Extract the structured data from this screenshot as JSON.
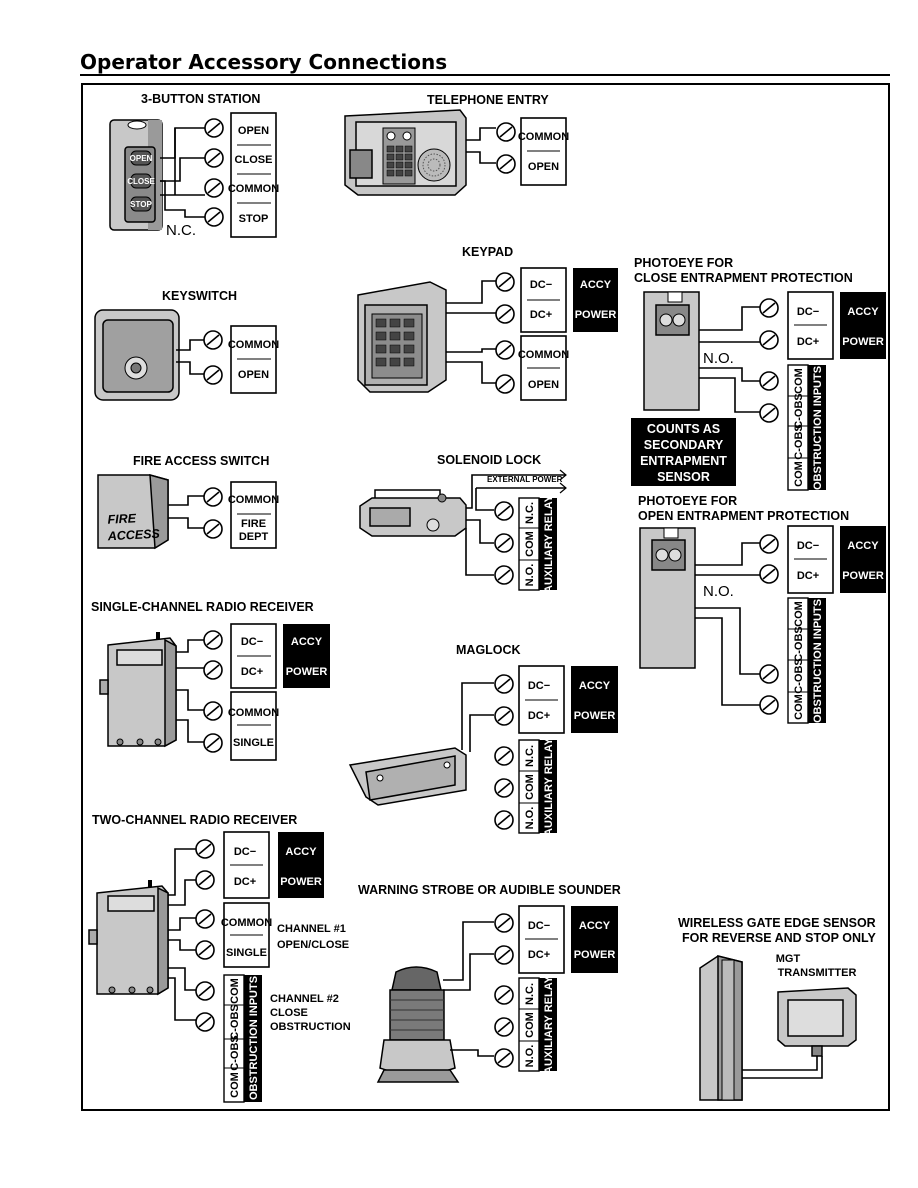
{
  "page": {
    "title": "Operator Accessory Connections"
  },
  "devices": {
    "three_button": {
      "title": "3-BUTTON STATION",
      "button_open": "OPEN",
      "button_close": "CLOSE",
      "button_stop": "STOP",
      "nc_label": "N.C.",
      "terminals": [
        "OPEN",
        "CLOSE",
        "COMMON",
        "STOP"
      ]
    },
    "telephone": {
      "title": "TELEPHONE ENTRY",
      "terminals": [
        "COMMON",
        "OPEN"
      ]
    },
    "keyswitch": {
      "title": "KEYSWITCH",
      "terminals": [
        "COMMON",
        "OPEN"
      ]
    },
    "keypad": {
      "title": "KEYPAD",
      "power_terminals": [
        "DC−",
        "DC+"
      ],
      "power_label_1": "ACCY",
      "power_label_2": "POWER",
      "terminals": [
        "COMMON",
        "OPEN"
      ]
    },
    "fire_access": {
      "title": "FIRE ACCESS SWITCH",
      "face_line1": "FIRE",
      "face_line2": "ACCESS",
      "terminal_1": "COMMON",
      "terminal_2_line1": "FIRE",
      "terminal_2_line2": "DEPT"
    },
    "solenoid_lock": {
      "title": "SOLENOID LOCK",
      "external_power": "EXTERNAL POWER",
      "relay_terminals": [
        "N.C.",
        "COM",
        "N.O."
      ],
      "relay_label": "AUXILIARY RELAY"
    },
    "single_channel": {
      "title": "SINGLE-CHANNEL RADIO RECEIVER",
      "power_terminals": [
        "DC−",
        "DC+"
      ],
      "power_label_1": "ACCY",
      "power_label_2": "POWER",
      "terminals": [
        "COMMON",
        "SINGLE"
      ]
    },
    "maglock": {
      "title": "MAGLOCK",
      "power_terminals": [
        "DC−",
        "DC+"
      ],
      "power_label_1": "ACCY",
      "power_label_2": "POWER",
      "relay_terminals": [
        "N.C.",
        "COM",
        "N.O."
      ],
      "relay_label": "AUXILIARY RELAY"
    },
    "two_channel": {
      "title": "TWO-CHANNEL RADIO RECEIVER",
      "power_terminals": [
        "DC−",
        "DC+"
      ],
      "power_label_1": "ACCY",
      "power_label_2": "POWER",
      "terminals": [
        "COMMON",
        "SINGLE"
      ],
      "channel1_line1": "CHANNEL #1",
      "channel1_line2": "OPEN/CLOSE",
      "obs_terminals": [
        "COM",
        "C-OBS"
      ],
      "obs_label": "OBSTRUCTION INPUTS",
      "channel2_line1": "CHANNEL #2",
      "channel2_line2": "CLOSE",
      "channel2_line3": "OBSTRUCTION"
    },
    "strobe": {
      "title": "WARNING STROBE OR AUDIBLE SOUNDER",
      "power_terminals": [
        "DC−",
        "DC+"
      ],
      "power_label_1": "ACCY",
      "power_label_2": "POWER",
      "relay_terminals": [
        "N.C.",
        "COM",
        "N.O."
      ],
      "relay_label": "AUXILIARY RELAY"
    },
    "photoeye_close": {
      "title_line1": "PHOTOEYE FOR",
      "title_line2": "CLOSE ENTRAPMENT PROTECTION",
      "power_terminals": [
        "DC−",
        "DC+"
      ],
      "power_label_1": "ACCY",
      "power_label_2": "POWER",
      "no_label": "N.O.",
      "obs_terminals": [
        "COM",
        "C-OBS",
        "COM"
      ],
      "obs_label": "OBSTRUCTION INPUTS",
      "note_line1": "COUNTS AS",
      "note_line2": "SECONDARY",
      "note_line3": "ENTRAPMENT",
      "note_line4": "SENSOR"
    },
    "photoeye_open": {
      "title_line1": "PHOTOEYE FOR",
      "title_line2": "OPEN ENTRAPMENT PROTECTION",
      "power_terminals": [
        "DC−",
        "DC+"
      ],
      "power_label_1": "ACCY",
      "power_label_2": "POWER",
      "no_label": "N.O.",
      "obs_terminals": [
        "COM",
        "C-OBS",
        "COM"
      ],
      "obs_label": "OBSTRUCTION INPUTS"
    },
    "wireless_edge": {
      "title_line1": "WIRELESS GATE EDGE  SENSOR",
      "title_line2": "FOR REVERSE AND STOP ONLY",
      "transmitter_line1": "MGT",
      "transmitter_line2": "TRANSMITTER"
    }
  }
}
